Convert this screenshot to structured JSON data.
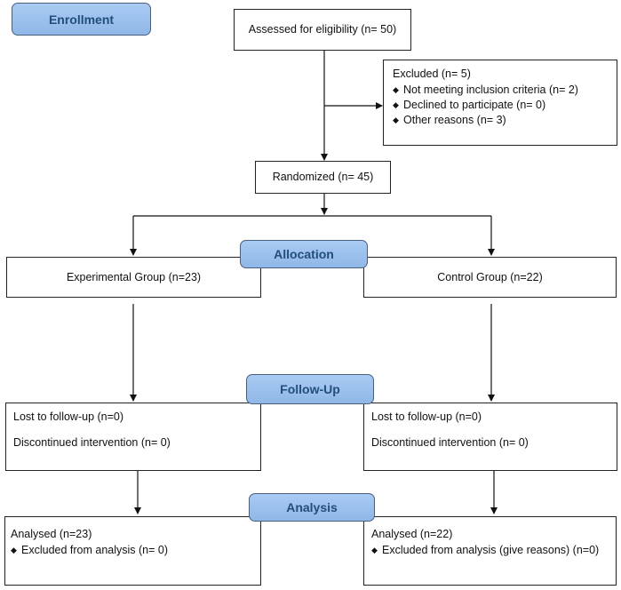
{
  "stages": {
    "enrollment": "Enrollment",
    "allocation": "Allocation",
    "follow_up": "Follow-Up",
    "analysis": "Analysis"
  },
  "assessed": "Assessed for eligibility (n= 50)",
  "excluded": {
    "title": "Excluded (n= 5)",
    "reasons": [
      "Not meeting inclusion criteria (n= 2)",
      "Declined to participate (n= 0)",
      "Other reasons (n= 3)"
    ]
  },
  "randomized": "Randomized (n= 45)",
  "experimental": {
    "group": "Experimental Group (n=23)",
    "lost": "Lost to follow-up (n=0)",
    "discontinued": "Discontinued intervention (n= 0)",
    "analysed": "Analysed (n=23)",
    "excluded_analysis": "Excluded from analysis (n= 0)"
  },
  "control": {
    "group": "Control Group (n=22)",
    "lost": "Lost to follow-up (n=0)",
    "discontinued": "Discontinued intervention (n= 0)",
    "analysed": "Analysed (n=22)",
    "excluded_analysis": "Excluded from analysis (give reasons) (n=0)"
  },
  "bullet_symbol": "◆",
  "colors": {
    "stage_fill": "#9cc1ef",
    "stage_text": "#234e7c",
    "box_border": "#222222",
    "arrow": "#111111"
  }
}
